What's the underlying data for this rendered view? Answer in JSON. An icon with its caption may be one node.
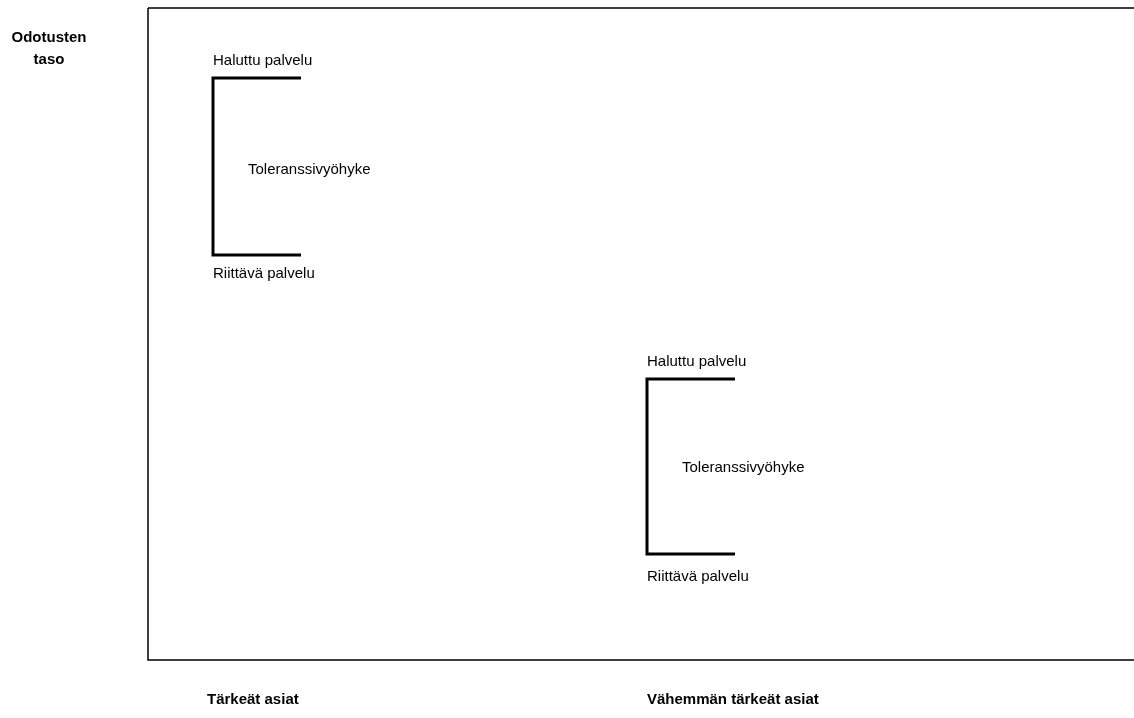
{
  "diagram": {
    "labels": [
      "Odotusten taso",
      "Haluttu palvelu",
      "Toleranssivyöhyke",
      "Riittävä palvelu",
      "Haluttu palvelu",
      "Toleranssivyöhyke",
      "Riittävä palvelu",
      "Tärkeät asiat",
      "Vähemmän tärkeät asiat"
    ]
  }
}
